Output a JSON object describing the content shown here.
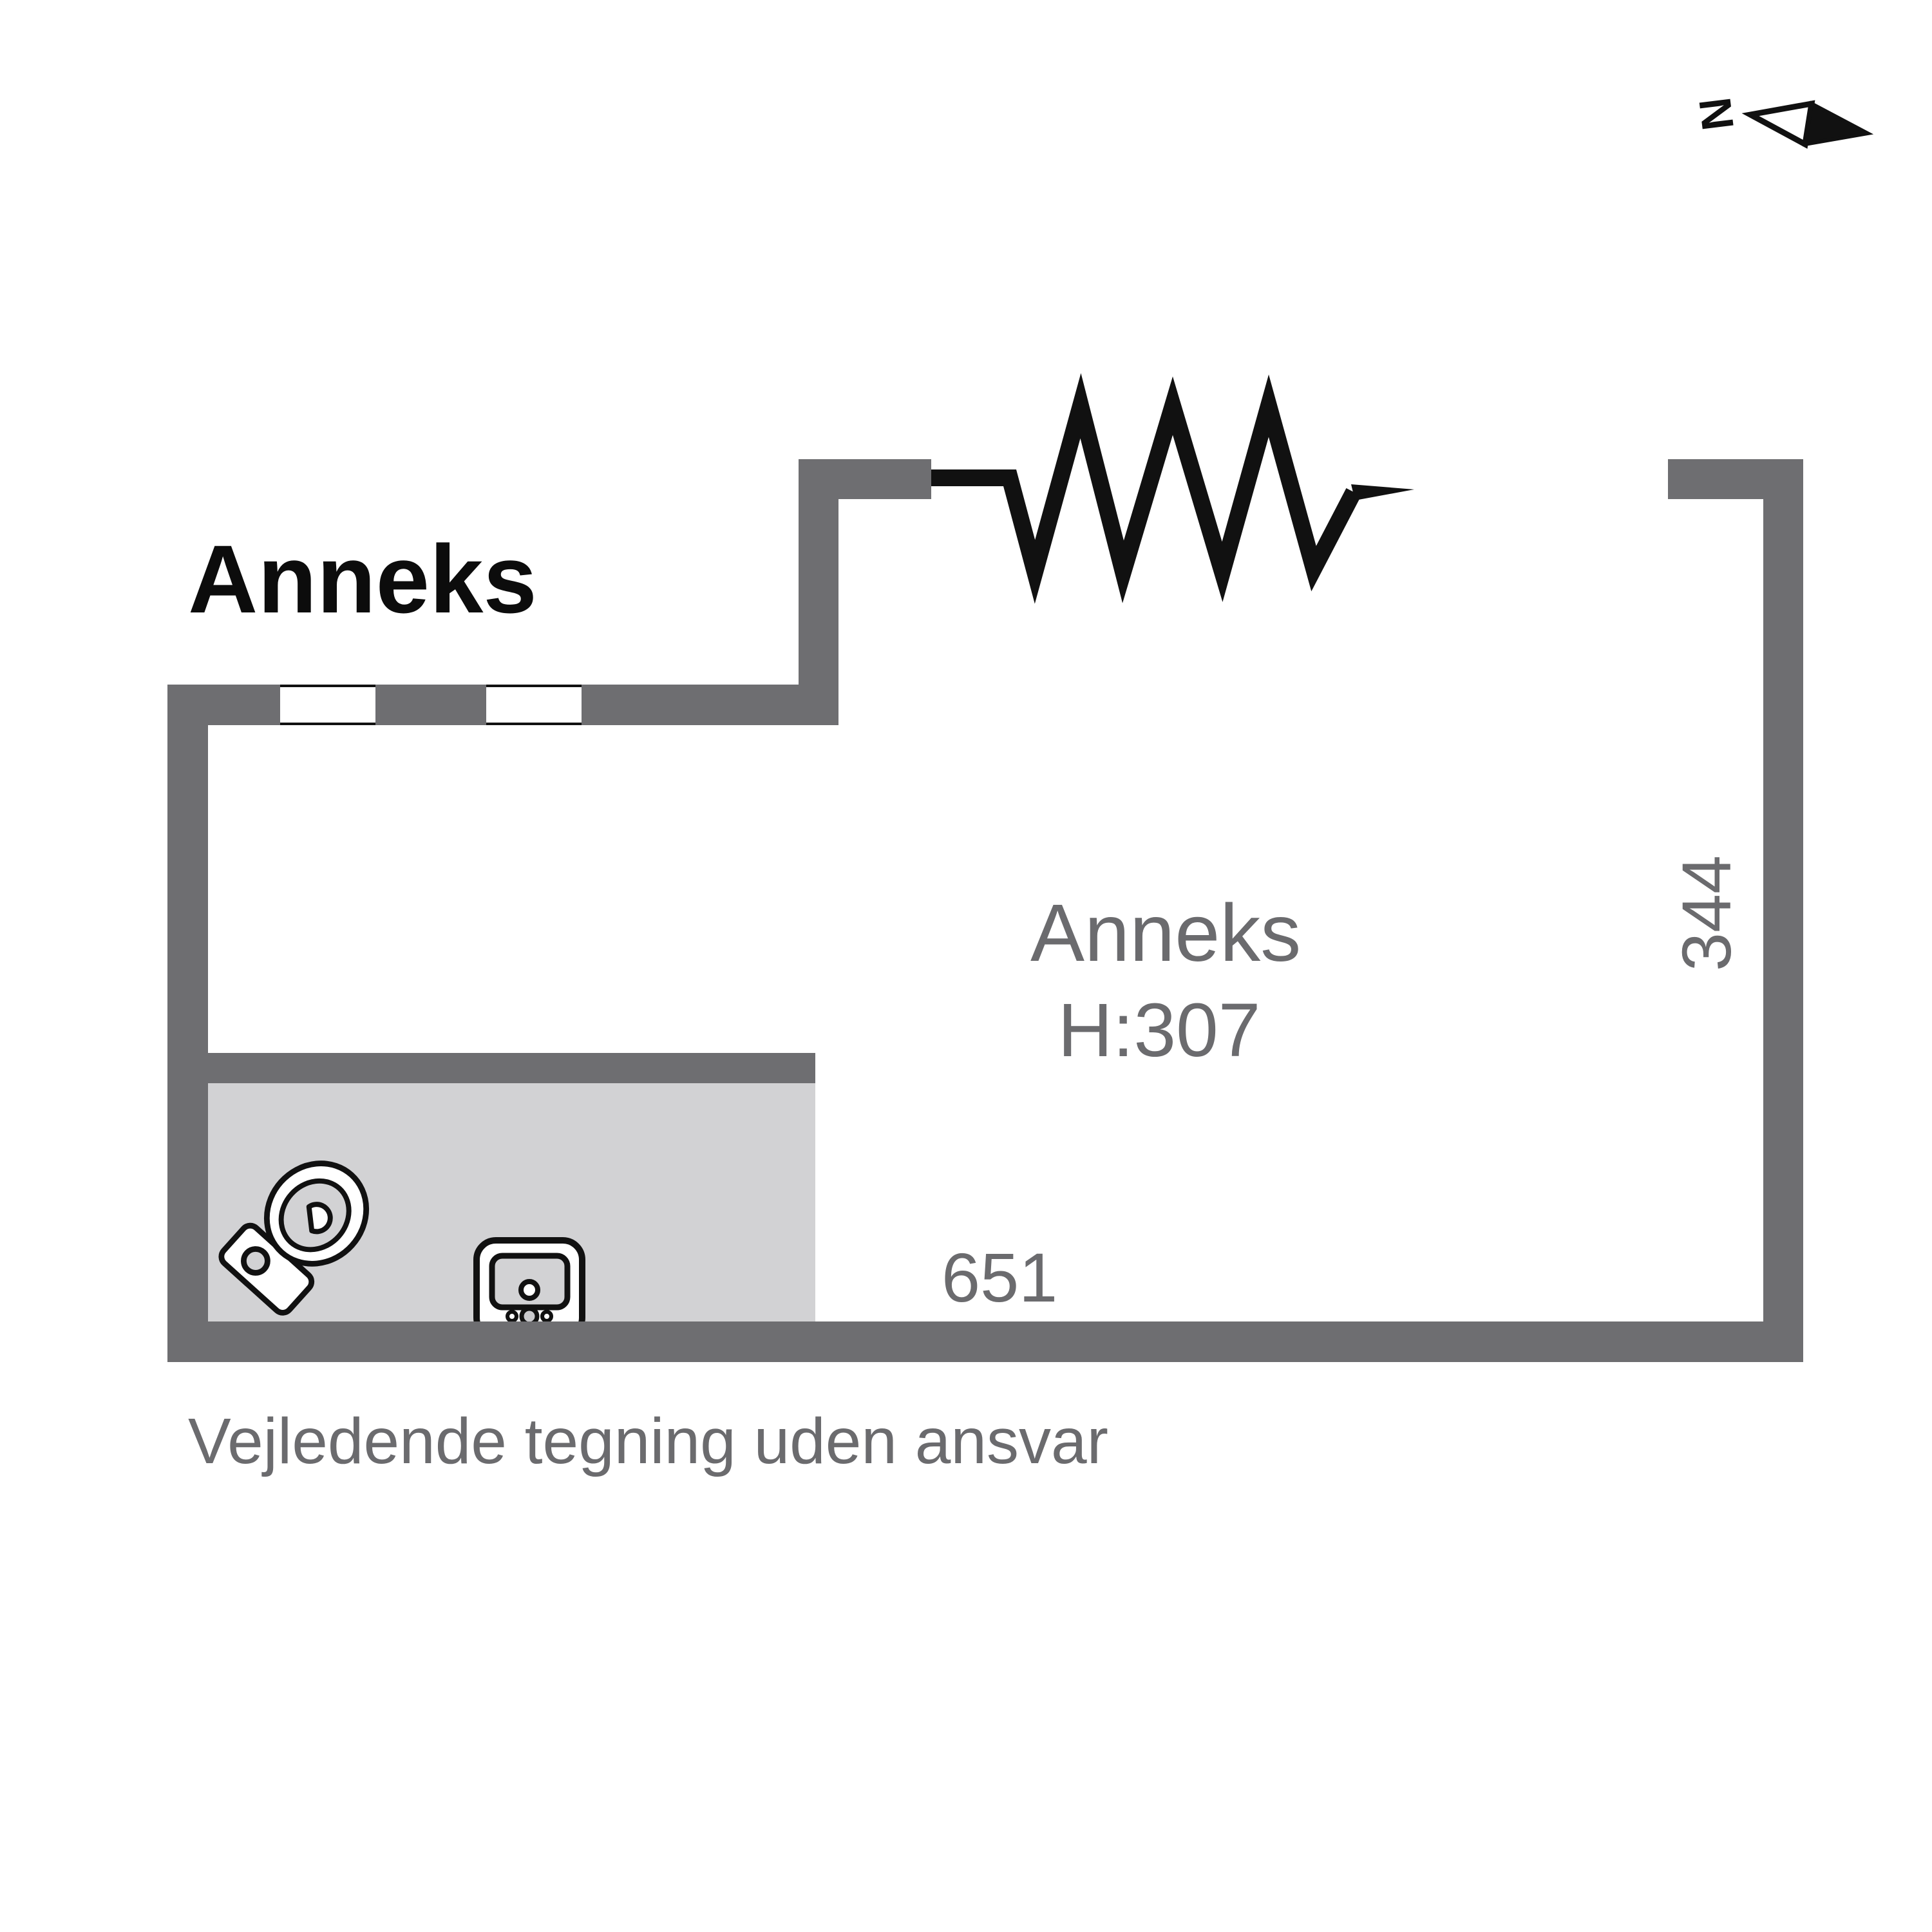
{
  "title": "Anneks",
  "plan": {
    "room_label": "Anneks",
    "room_height": "H:307",
    "dim_width": "651",
    "dim_depth": "344"
  },
  "compass": {
    "north_label": "N"
  },
  "caption": "Vejledende tegning uden ansvar",
  "colors": {
    "wall": "#6e6e71",
    "floor": "#d2d2d4",
    "text_gray": "#6b6b6e",
    "line_black": "#111111",
    "bg": "#ffffff"
  }
}
